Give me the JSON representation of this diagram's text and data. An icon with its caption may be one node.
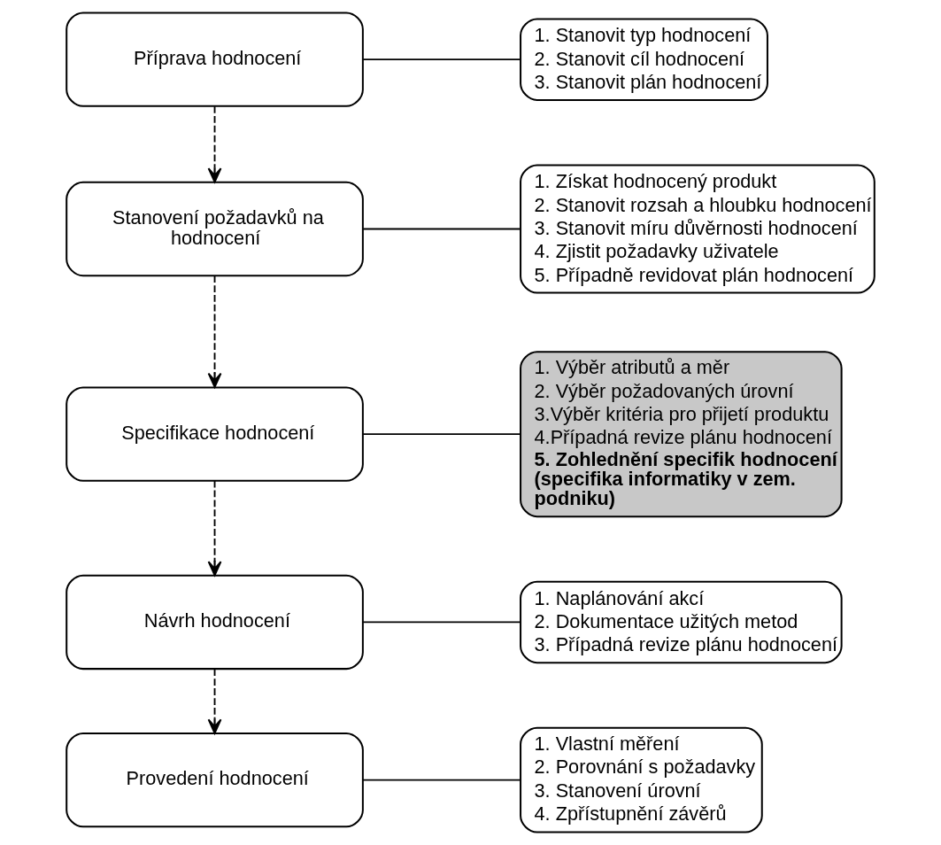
{
  "diagram": {
    "nodes": [
      {
        "text": [
          "Příprava hodnocení"
        ]
      },
      {
        "text": [
          "Stanovení požadavků na hodnocení"
        ]
      },
      {
        "text": [
          "Specifikace hodnocení"
        ]
      },
      {
        "text": [
          "Návrh hodnocení"
        ]
      },
      {
        "text": [
          "Provedení hodnocení"
        ]
      },
      {
        "text": [
          "1. Stanovit typ hodnocení",
          "2. Stanovit cíl hodnocení",
          "3. Stanovit plán hodnocení"
        ]
      },
      {
        "text": [
          "1. Získat hodnocený produkt",
          "2. Stanovit rozsah a hloubku hodnocení",
          "3. Stanovit míru důvěrnosti hodnocení",
          "4. Zjistit požadavky uživatele",
          "5. Případně revidovat plán hodnocení"
        ]
      },
      {
        "text": [
          "1. Výběr atributů a měr",
          "2. Výběr požadovaných úrovní",
          "3.Výběr kritéria pro přijetí produktu",
          "4.Případná revize plánu hodnocení",
          "5. Zohlednění specifik hodnocení (specifika informatiky v zem. podniku)"
        ]
      },
      {
        "text": [
          "1. Naplánování akcí",
          "2. Dokumentace užitých metod",
          "3. Případná revize plánu hodnocení"
        ]
      },
      {
        "text": [
          "1. Vlastní měření",
          "2. Porovnání s požadavky",
          "3. Stanovení úrovní",
          "4. Zpřístupnění závěrů"
        ]
      }
    ],
    "edges": [
      {
        "from": 0,
        "to": 5,
        "arrow": "none"
      },
      {
        "from": 0,
        "to": 1,
        "arrow": "to",
        "style": "dashed"
      },
      {
        "from": 1,
        "to": 6,
        "arrow": "none"
      },
      {
        "from": 1,
        "to": 2,
        "arrow": "to",
        "style": "dashed"
      },
      {
        "from": 2,
        "to": 7,
        "arrow": "none"
      },
      {
        "from": 2,
        "to": 3,
        "arrow": "to",
        "style": "dashed"
      },
      {
        "from": 3,
        "to": 8,
        "arrow": "none"
      },
      {
        "from": 3,
        "to": 4,
        "arrow": "to",
        "style": "dashed"
      },
      {
        "from": 4,
        "to": 9,
        "arrow": "none"
      }
    ]
  }
}
